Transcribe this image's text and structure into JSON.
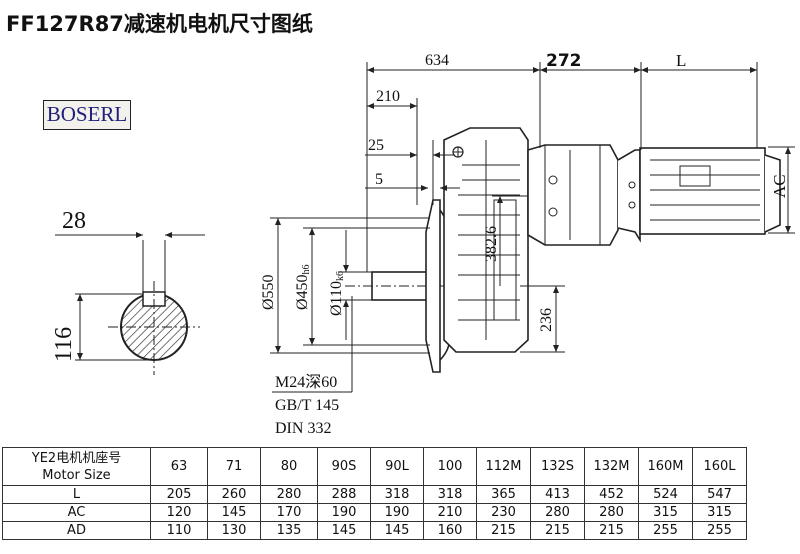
{
  "title": "FF127R87减速机电机尺寸图纸",
  "brand": "BOSERL",
  "dimensions": {
    "d634": "634",
    "d272": "272",
    "dL": "L",
    "d210": "210",
    "d25": "25",
    "d5": "5",
    "dAC": "AC",
    "d382": "382.6",
    "d236": "236",
    "d550": "Ø550",
    "d450": "Ø450",
    "d450_tol": "h6",
    "d110": "Ø110",
    "d110_tol": "k6",
    "d28": "28",
    "d116": "116"
  },
  "notes": [
    "M24深60",
    "GB/T 145",
    "DIN 332"
  ],
  "table": {
    "header_line1": "YE2电机机座号",
    "header_line2": "Motor Size",
    "sizes": [
      "63",
      "71",
      "80",
      "90S",
      "90L",
      "100",
      "112M",
      "132S",
      "132M",
      "160M",
      "160L"
    ],
    "rows": [
      {
        "label": "L",
        "values": [
          "205",
          "260",
          "280",
          "288",
          "318",
          "318",
          "365",
          "413",
          "452",
          "524",
          "547"
        ]
      },
      {
        "label": "AC",
        "values": [
          "120",
          "145",
          "170",
          "190",
          "190",
          "210",
          "230",
          "280",
          "280",
          "315",
          "315"
        ]
      },
      {
        "label": "AD",
        "values": [
          "110",
          "130",
          "135",
          "145",
          "145",
          "160",
          "215",
          "215",
          "215",
          "255",
          "255"
        ]
      }
    ]
  },
  "colors": {
    "line": "#222222",
    "brand_text": "#1f1f7a"
  }
}
